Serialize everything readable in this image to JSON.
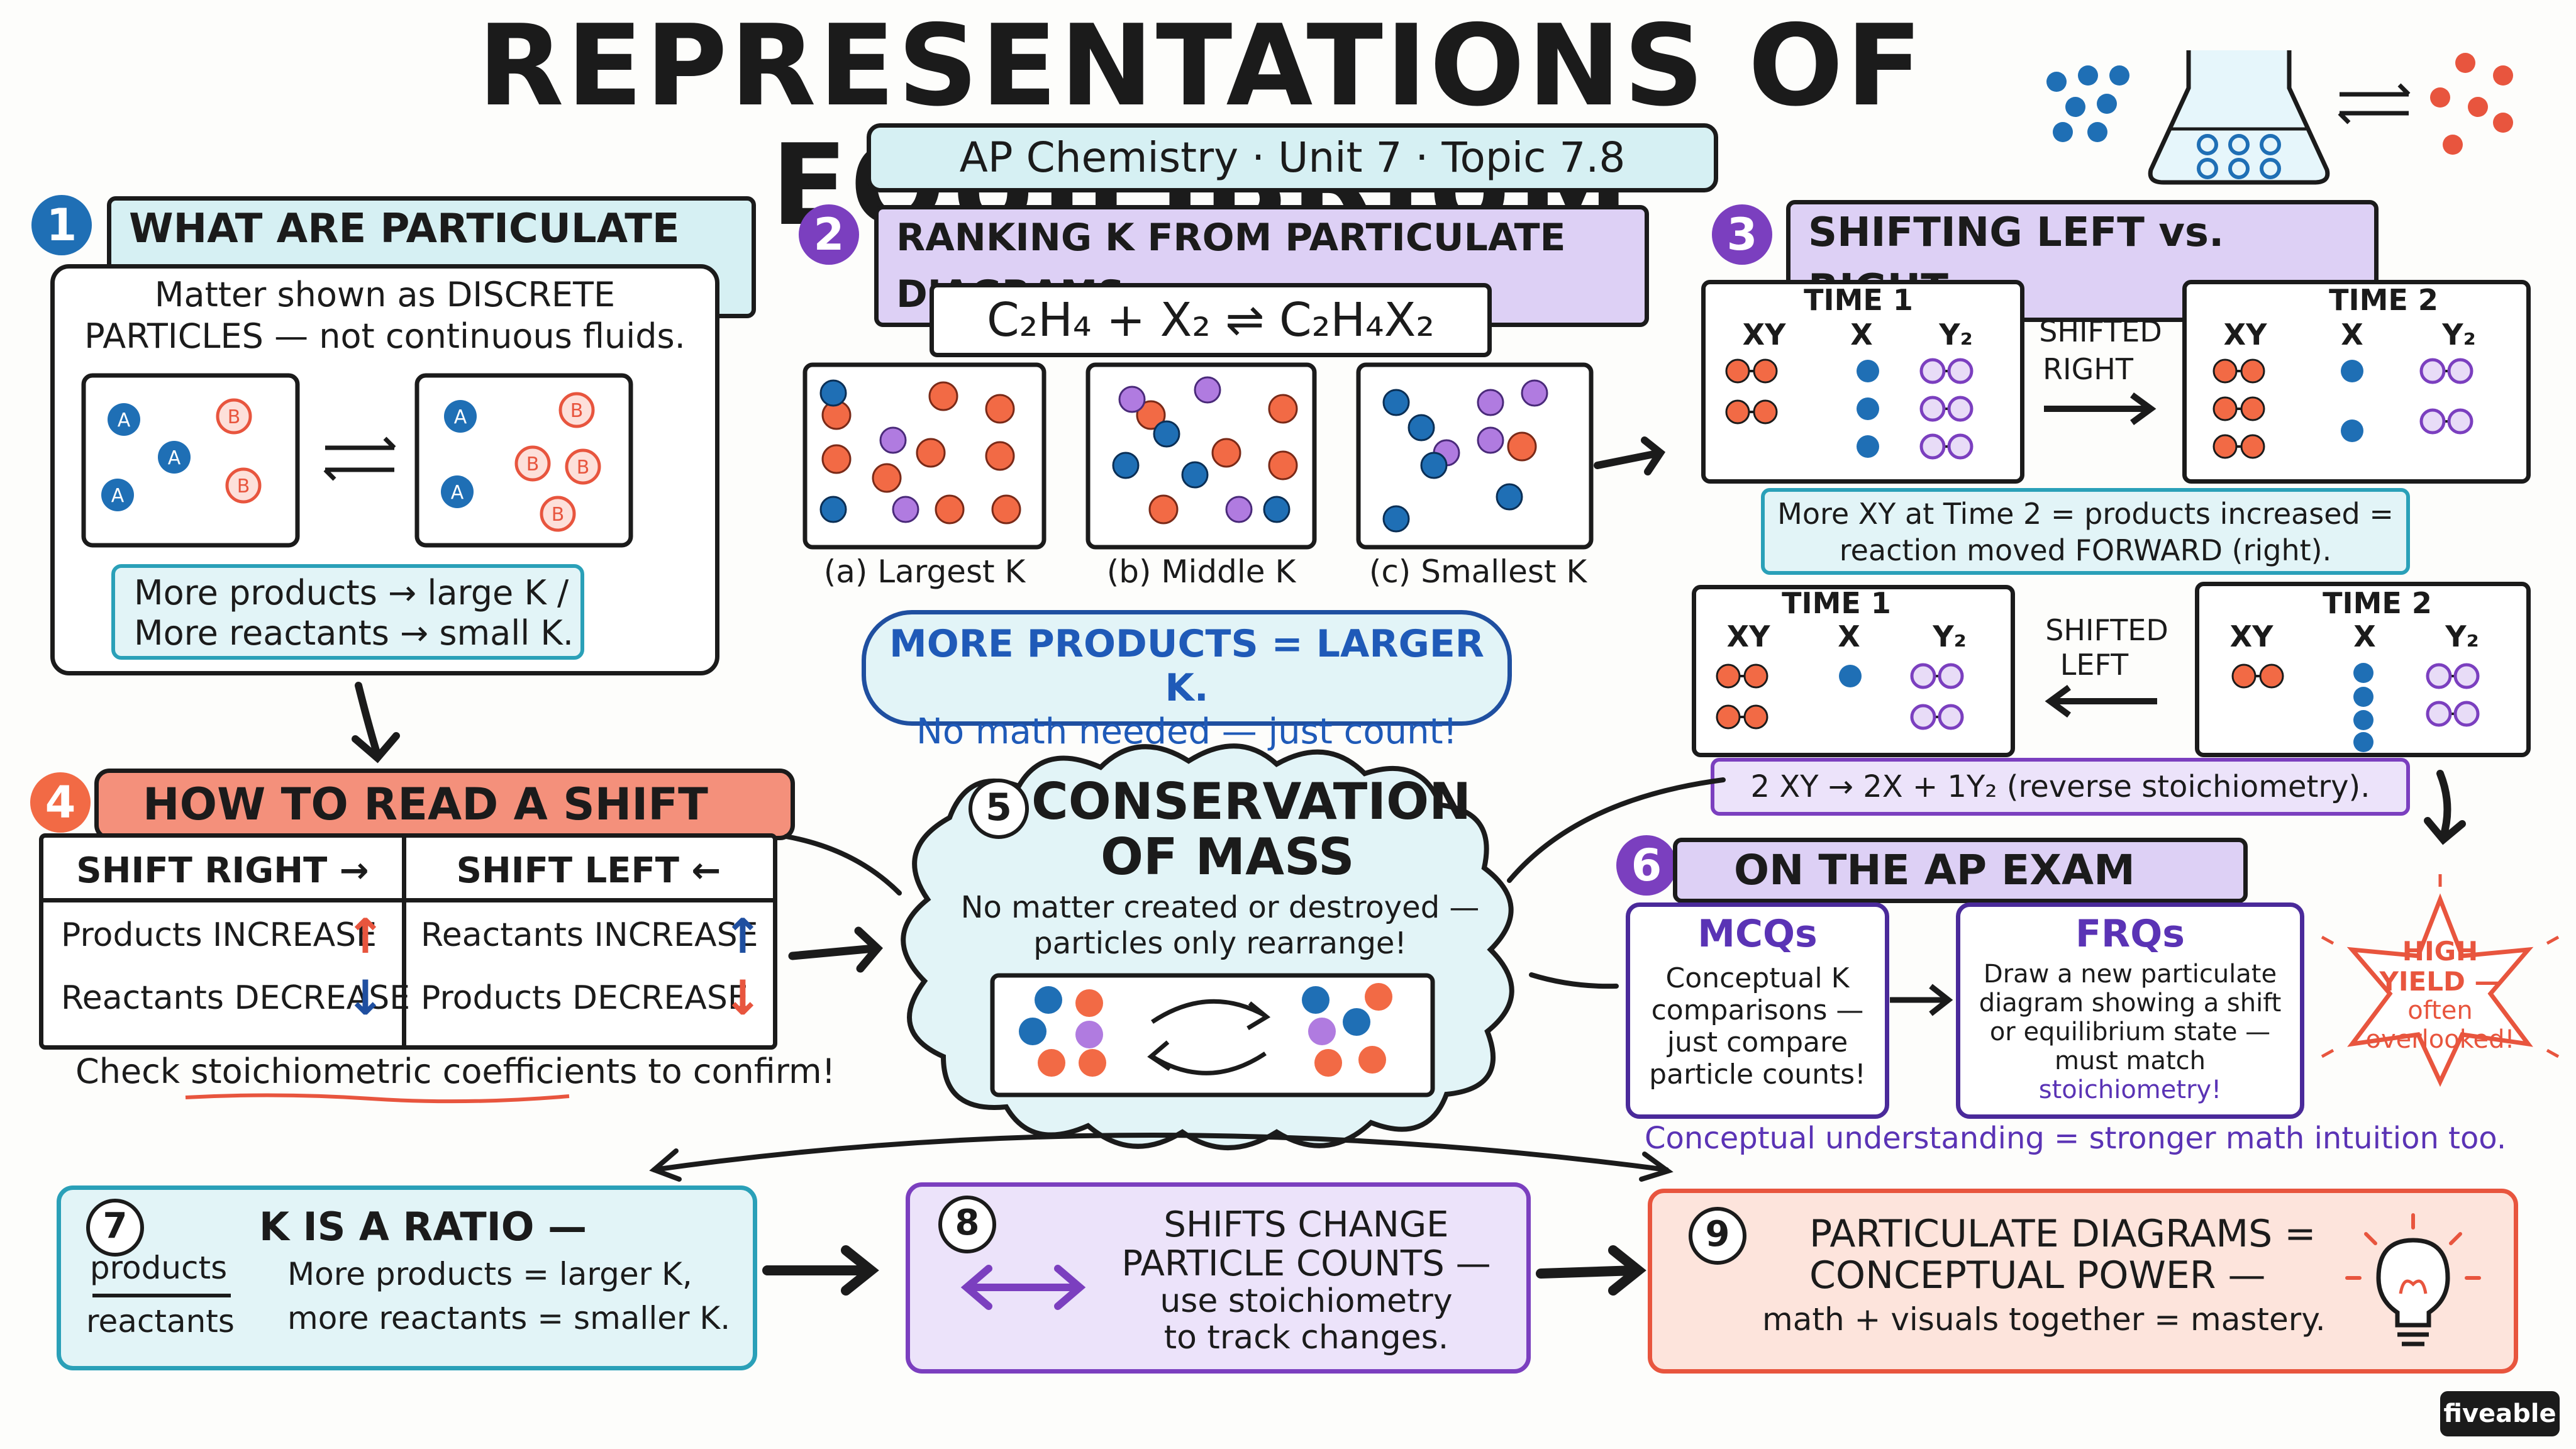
{
  "title": "REPRESENTATIONS OF EQUILIBRIUM",
  "subtitle": "AP Chemistry · Unit 7 · Topic 7.8",
  "colors": {
    "blue": "#1f6fb5",
    "red": "#e8553e",
    "purple": "#7b3fbf",
    "teal": "#d6f0f3",
    "lavender": "#ddd0f5",
    "salmon": "#f4907b"
  },
  "s1": {
    "num": "1",
    "heading": "WHAT ARE PARTICULATE MODELS?",
    "line1": "Matter shown as DISCRETE",
    "line2": "PARTICLES — not continuous fluids.",
    "note1": "More products → large K /",
    "note2": "More reactants → small K.",
    "a": "A",
    "b": "B"
  },
  "s2": {
    "num": "2",
    "heading": "RANKING K FROM PARTICULATE DIAGRAMS",
    "equation": "C₂H₄ + X₂ ⇌ C₂H₄X₂",
    "captions": [
      "(a) Largest K",
      "(b) Middle K",
      "(c) Smallest K"
    ],
    "bubble1": "MORE PRODUCTS = LARGER K.",
    "bubble2": "No math needed — just count!"
  },
  "s3": {
    "num": "3",
    "heading": "SHIFTING LEFT vs. RIGHT",
    "time1": "TIME 1",
    "time2": "TIME 2",
    "cols": [
      "XY",
      "X",
      "Y₂"
    ],
    "shift_right": [
      "SHIFTED",
      "RIGHT"
    ],
    "shift_left": [
      "SHIFTED",
      "LEFT"
    ],
    "note1a": "More XY at Time 2 = products increased =",
    "note1b": "reaction moved FORWARD (right).",
    "note2": "2 XY → 2X + 1Y₂ (reverse stoichiometry)."
  },
  "s4": {
    "num": "4",
    "heading": "HOW TO READ A SHIFT",
    "col_right": "SHIFT RIGHT →",
    "col_left": "SHIFT LEFT ←",
    "r1": "Products INCREASE",
    "r2": "Reactants DECREASE",
    "l1": "Reactants INCREASE",
    "l2": "Products DECREASE",
    "footer": "Check stoichiometric coefficients to confirm!"
  },
  "s5": {
    "num": "5",
    "heading1": "CONSERVATION",
    "heading2": "OF MASS",
    "line1": "No matter created or destroyed —",
    "line2": "particles only rearrange!"
  },
  "s6": {
    "num": "6",
    "heading": "ON THE AP EXAM",
    "mcq_title": "MCQs",
    "mcq_lines": [
      "Conceptual K",
      "comparisons —",
      "just compare",
      "particle counts!"
    ],
    "frq_title": "FRQs",
    "frq_lines": [
      "Draw a new particulate",
      "diagram showing a shift",
      "or equilibrium state —",
      "must match",
      "stoichiometry!"
    ],
    "star": [
      "HIGH",
      "YIELD —",
      "often",
      "overlooked!"
    ],
    "footer": "Conceptual understanding = stronger math intuition too."
  },
  "s7": {
    "num": "7",
    "frac_top": "products",
    "frac_bottom": "reactants",
    "line1": "K IS A RATIO —",
    "line2": "More products = larger K,",
    "line3": "more reactants = smaller K."
  },
  "s8": {
    "num": "8",
    "line1": "SHIFTS CHANGE",
    "line2": "PARTICLE COUNTS —",
    "line3": "use stoichiometry",
    "line4": "to track changes."
  },
  "s9": {
    "num": "9",
    "line1": "PARTICULATE DIAGRAMS =",
    "line2": "CONCEPTUAL POWER —",
    "line3": "math + visuals together = mastery."
  },
  "brand": "fiveable"
}
